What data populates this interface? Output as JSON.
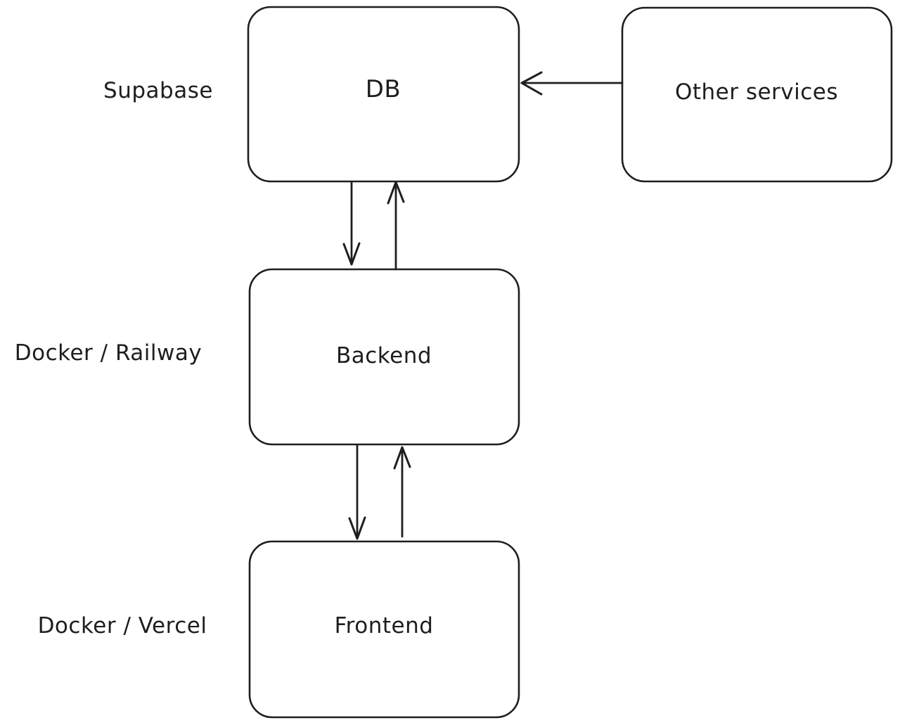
{
  "canvas": {
    "background": "#ffffff",
    "stroke_color": "#1e1e1e",
    "text_color": "#1e1e1e"
  },
  "nodes": [
    {
      "id": "db",
      "label": "DB"
    },
    {
      "id": "other-services",
      "label": "Other services"
    },
    {
      "id": "backend",
      "label": "Backend"
    },
    {
      "id": "frontend",
      "label": "Frontend"
    }
  ],
  "annotations": [
    {
      "id": "supabase",
      "text": "Supabase"
    },
    {
      "id": "docker-railway",
      "text": "Docker / Railway"
    },
    {
      "id": "docker-vercel",
      "text": "Docker / Vercel"
    }
  ],
  "edges": [
    {
      "id": "other-to-db",
      "from": "Other services",
      "to": "DB",
      "direction": "left"
    },
    {
      "id": "db-to-backend",
      "from": "DB",
      "to": "Backend",
      "direction": "down"
    },
    {
      "id": "backend-to-db",
      "from": "Backend",
      "to": "DB",
      "direction": "up"
    },
    {
      "id": "backend-to-frontend",
      "from": "Backend",
      "to": "Frontend",
      "direction": "down"
    },
    {
      "id": "frontend-to-backend",
      "from": "Frontend",
      "to": "Backend",
      "direction": "up"
    }
  ]
}
